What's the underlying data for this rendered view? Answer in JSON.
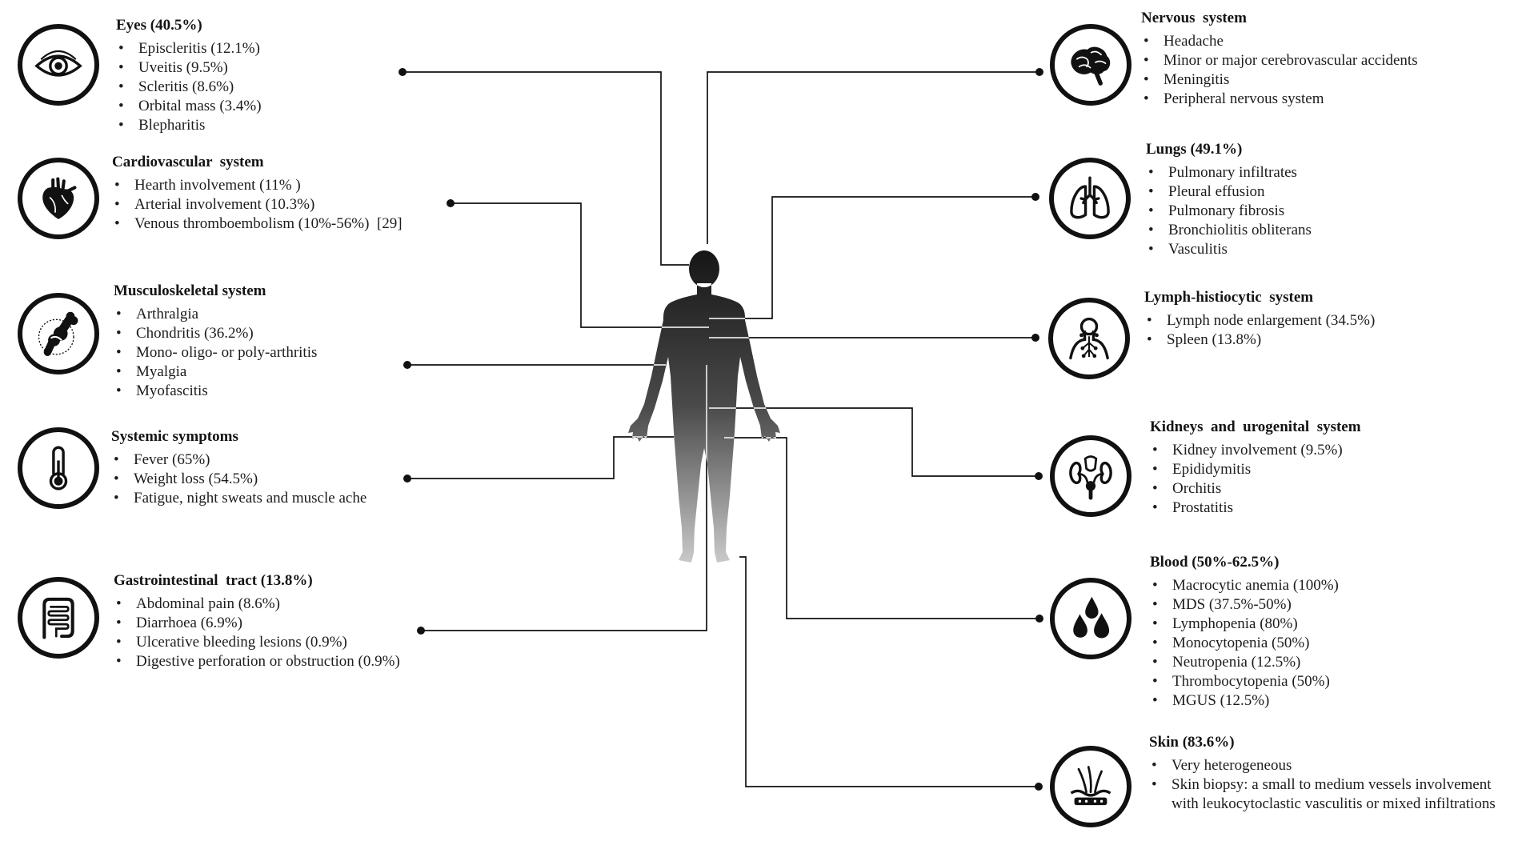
{
  "left_panels": [
    {
      "title": "Eyes (40.5%)",
      "icon": "eye-icon",
      "items": [
        "Episcleritis (12.1%)",
        "Uveitis (9.5%)",
        "Scleritis (8.6%)",
        "Orbital mass (3.4%)",
        "Blepharitis"
      ]
    },
    {
      "title": "Cardiovascular  system",
      "icon": "heart-icon",
      "items": [
        "Hearth involvement (11% )",
        "Arterial involvement (10.3%)",
        "Venous thromboembolism (10%-56%)  [29]"
      ]
    },
    {
      "title": "Musculoskeletal system",
      "icon": "joint-icon",
      "items": [
        "Arthralgia",
        "Chondritis (36.2%)",
        "Mono- oligo- or poly-arthritis",
        "Myalgia",
        "Myofascitis"
      ]
    },
    {
      "title": "Systemic symptoms",
      "icon": "thermometer-icon",
      "items": [
        "Fever (65%)",
        "Weight loss (54.5%)",
        "Fatigue, night sweats and muscle ache"
      ]
    },
    {
      "title": "Gastrointestinal  tract (13.8%)",
      "icon": "intestines-icon",
      "items": [
        "Abdominal pain (8.6%)",
        "Diarrhoea (6.9%)",
        "Ulcerative bleeding lesions (0.9%)",
        "Digestive perforation or obstruction (0.9%)"
      ]
    }
  ],
  "right_panels": [
    {
      "title": "Nervous  system",
      "icon": "brain-icon",
      "items": [
        "Headache",
        "Minor or major cerebrovascular accidents",
        "Meningitis",
        "Peripheral nervous system"
      ]
    },
    {
      "title": "Lungs (49.1%)",
      "icon": "lungs-icon",
      "items": [
        "Pulmonary infiltrates",
        "Pleural effusion",
        "Pulmonary fibrosis",
        "Bronchiolitis obliterans",
        "Vasculitis"
      ]
    },
    {
      "title": "Lymph-histiocytic  system",
      "icon": "lymph-node-icon",
      "items": [
        "Lymph node enlargement (34.5%)",
        "Spleen (13.8%)"
      ]
    },
    {
      "title": "Kidneys  and  urogenital  system",
      "icon": "urogenital-icon",
      "items": [
        "Kidney involvement (9.5%)",
        "Epididymitis",
        "Orchitis",
        "Prostatitis"
      ]
    },
    {
      "title": "Blood (50%-62.5%)",
      "icon": "blood-drops-icon",
      "items": [
        "Macrocytic anemia (100%)",
        "MDS (37.5%-50%)",
        "Lymphopenia (80%)",
        "Monocytopenia (50%)",
        "Neutropenia (12.5%)",
        "Thrombocytopenia (50%)",
        "MGUS (12.5%)"
      ]
    },
    {
      "title": "Skin (83.6%)",
      "icon": "skin-icon",
      "items": [
        "Very heterogeneous",
        [
          "Skin biopsy: a small to medium vessels involvement",
          "with leukocytoclastic vasculitis or mixed infiltrations"
        ]
      ]
    }
  ],
  "colors": {
    "line": "#111111",
    "body_top": "#161616",
    "body_bottom": "#c9c9c9"
  }
}
